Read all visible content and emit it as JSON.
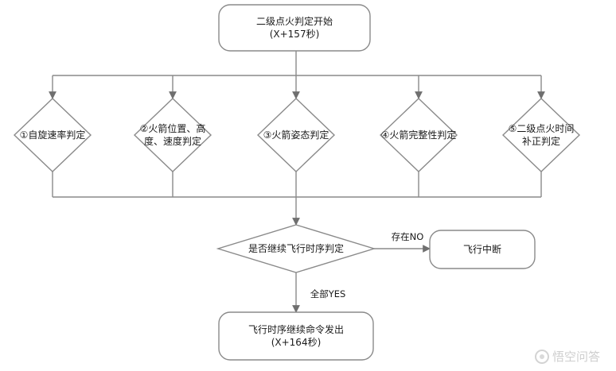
{
  "diagram": {
    "start": {
      "lines": [
        "二级点火判定开始",
        "(X+157秒)"
      ]
    },
    "checks": [
      {
        "lines": [
          "①自旋速率判定"
        ]
      },
      {
        "lines": [
          "②火箭位置、高",
          "度、速度判定"
        ]
      },
      {
        "lines": [
          "③火箭姿态判定"
        ]
      },
      {
        "lines": [
          "④火箭完整性判定"
        ]
      },
      {
        "lines": [
          "⑤二级点火时间",
          "补正判定"
        ]
      }
    ],
    "decision": {
      "lines": [
        "是否继续飞行时序判定"
      ]
    },
    "abort": {
      "lines": [
        "飞行中断"
      ]
    },
    "continue": {
      "lines": [
        "飞行时序继续命令发出",
        "(X+164秒)"
      ]
    },
    "edge_labels": {
      "no": "存在NO",
      "yes": "全部YES"
    }
  },
  "colors": {
    "stroke": "#8a8a8a",
    "fill": "#ffffff",
    "text": "#1a1a1a"
  },
  "watermark": {
    "text": "悟空问答",
    "icon": "chat-bubble-icon"
  }
}
